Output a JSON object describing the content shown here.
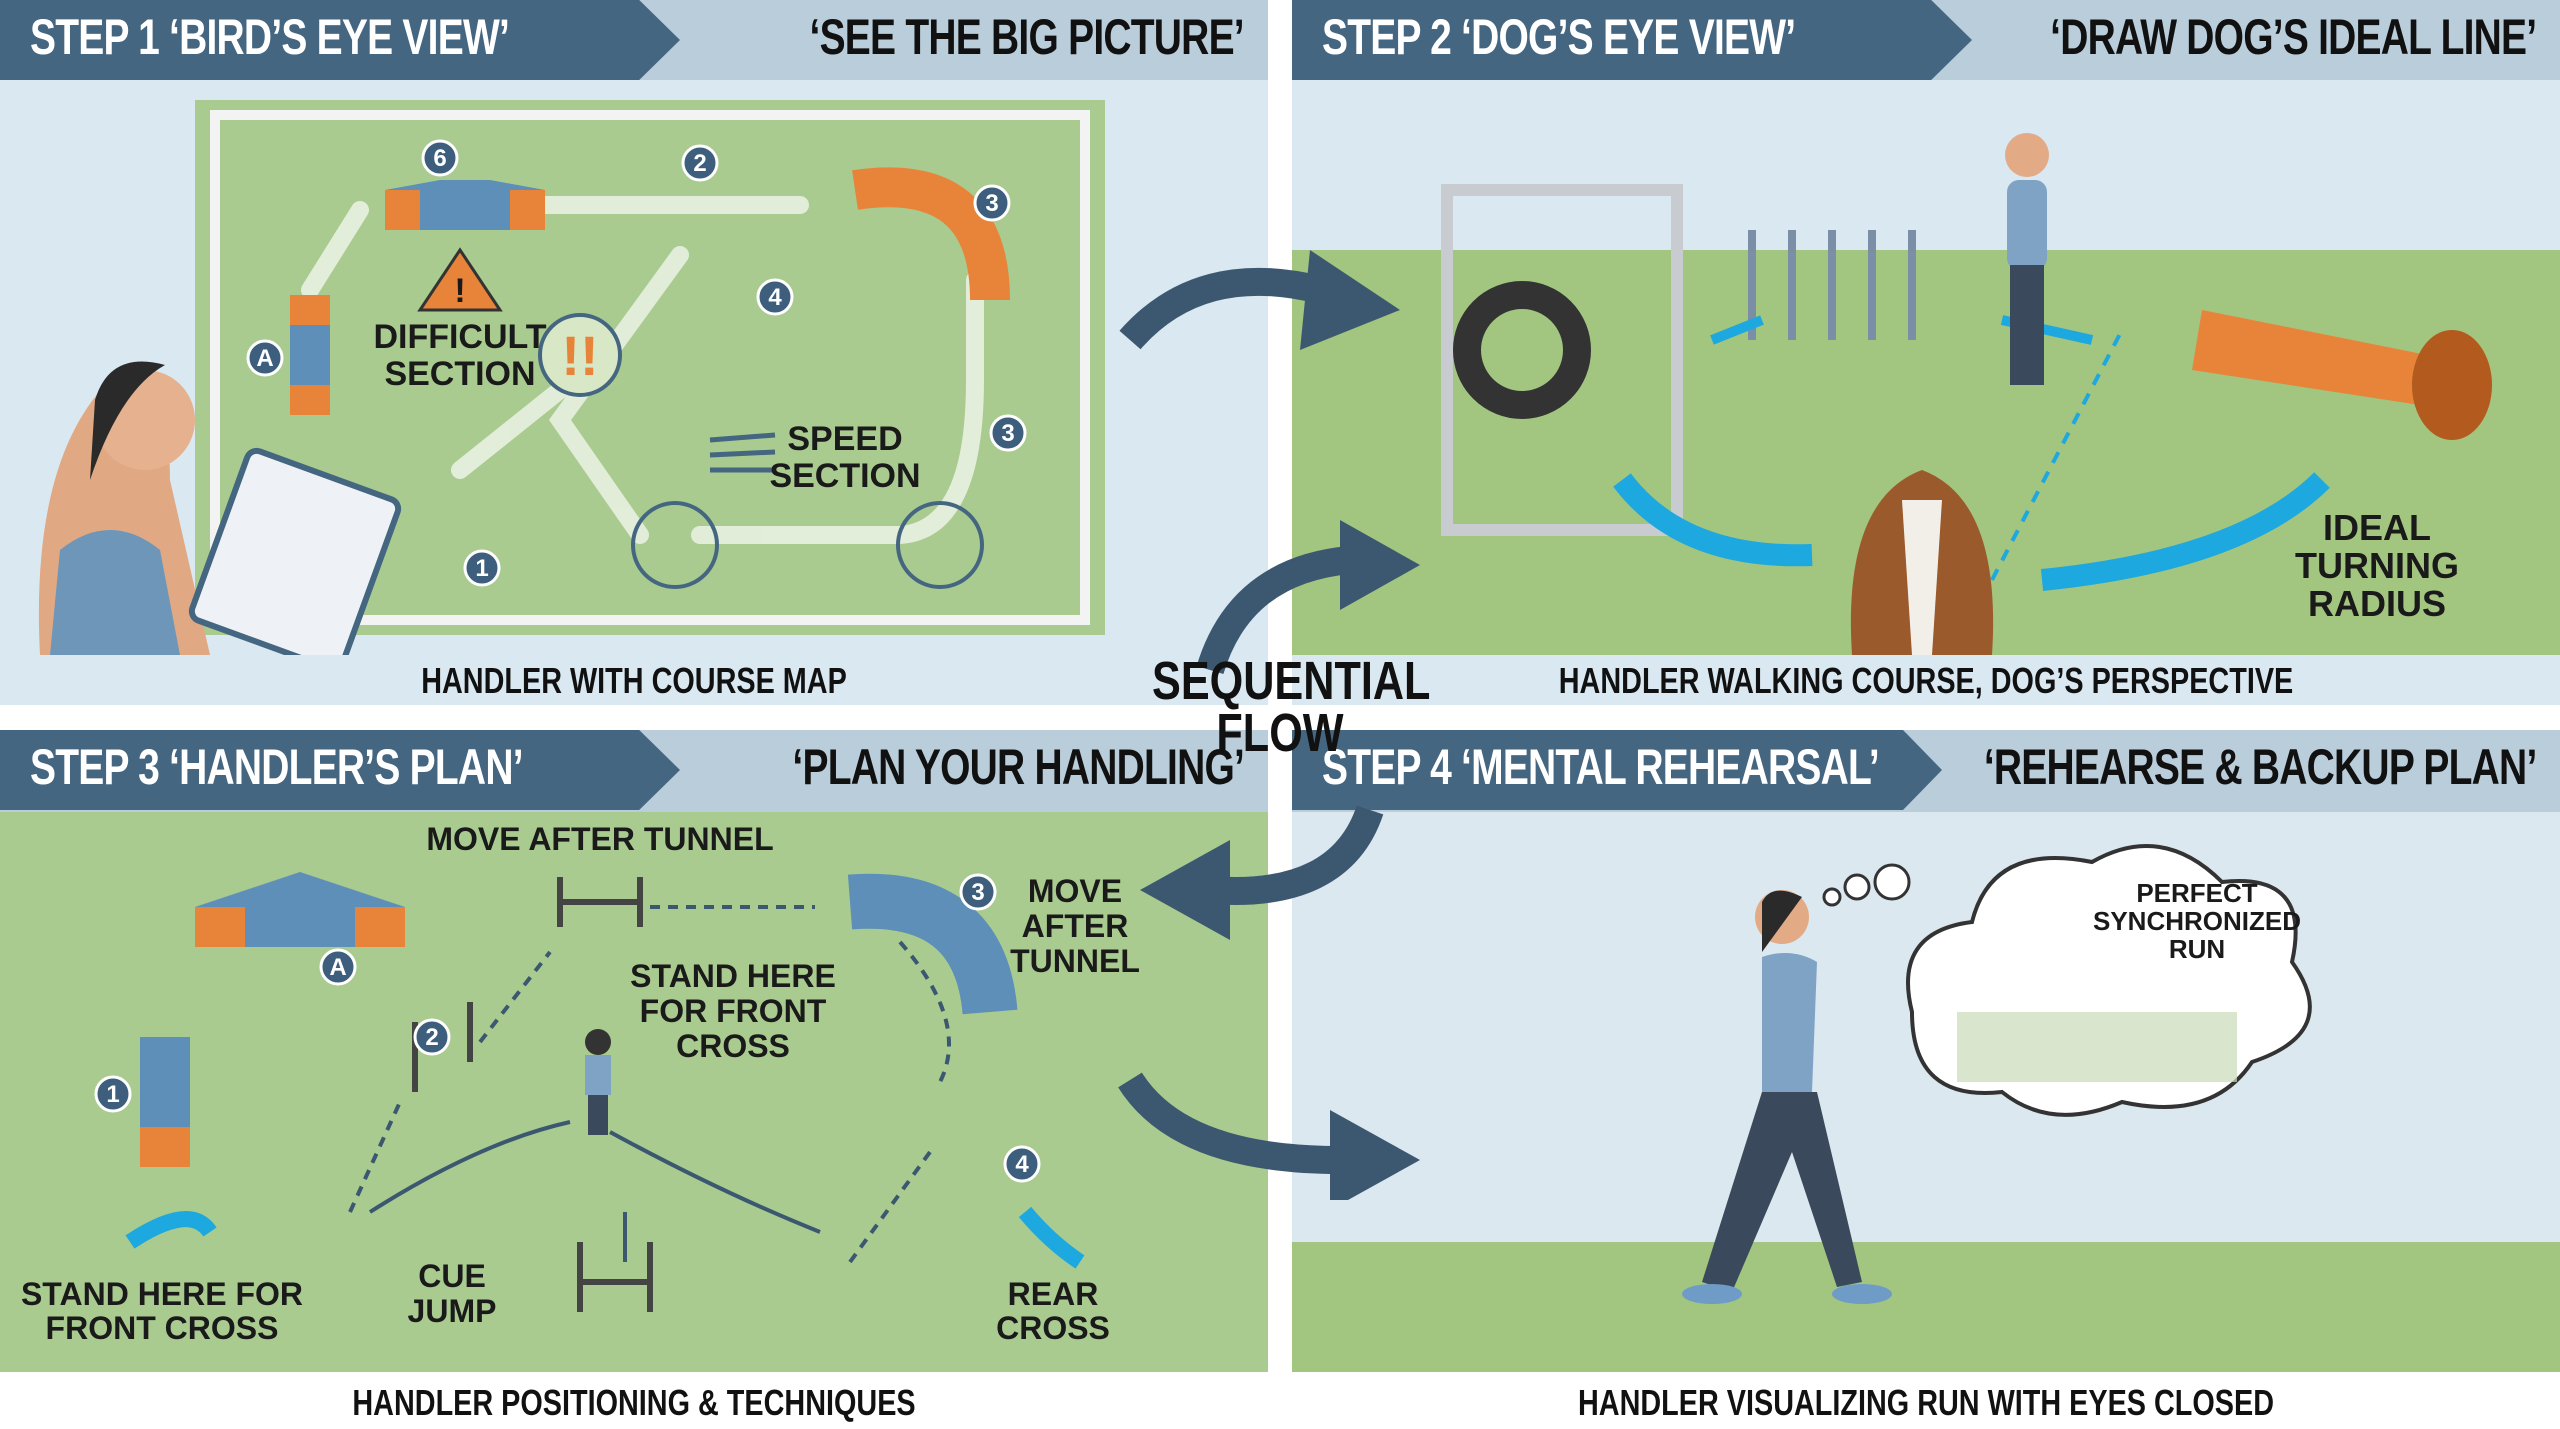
{
  "panels": [
    {
      "title": "STEP 1 ‘BIRD’S EYE VIEW’",
      "subtitle": "‘SEE THE BIG PICTURE’",
      "caption": "HANDLER WITH COURSE MAP",
      "labels": {
        "difficult": [
          "DIFFICULT",
          "SECTION"
        ],
        "speed": [
          "SPEED",
          "SECTION"
        ]
      },
      "markers": [
        "6",
        "2",
        "3",
        "4",
        "A",
        "3",
        "1"
      ]
    },
    {
      "title": "STEP 2 ‘DOG’S EYE VIEW’",
      "subtitle": "‘DRAW DOG’S IDEAL LINE’",
      "caption": "HANDLER WALKING COURSE, DOG’S PERSPECTIVE",
      "labels": {
        "radius": [
          "IDEAL",
          "TURNING",
          "RADIUS"
        ]
      }
    },
    {
      "title": "STEP 3 ‘HANDLER’S PLAN’",
      "subtitle": "‘PLAN YOUR HANDLING’",
      "caption": "HANDLER POSITIONING & TECHNIQUES",
      "labels": {
        "move_top": "MOVE AFTER TUNNEL",
        "move_right": [
          "MOVE",
          "AFTER",
          "TUNNEL"
        ],
        "stand_front": [
          "STAND HERE",
          "FOR FRONT",
          "CROSS"
        ],
        "stand_left": [
          "STAND HERE FOR",
          "FRONT CROSS"
        ],
        "cue": [
          "CUE",
          "JUMP"
        ],
        "rear": [
          "REAR",
          "CROSS"
        ]
      },
      "markers": [
        "A",
        "3",
        "2",
        "1",
        "4"
      ]
    },
    {
      "title": "STEP 4 ‘MENTAL REHEARSAL’",
      "subtitle": "‘REHEARSE & BACKUP PLAN’",
      "caption": "HANDLER VISUALIZING RUN WITH EYES CLOSED",
      "labels": {
        "thought": [
          "PERFECT",
          "SYNCHRONIZED",
          "RUN"
        ]
      }
    }
  ],
  "center": {
    "line1": "SEQUENTIAL",
    "line2": "FLOW"
  },
  "colors": {
    "header_dark": "#456680",
    "header_light": "#b9cddb",
    "field": "#a6c98a",
    "sky": "#d8e8f2",
    "arrow": "#3c5870",
    "blue_line": "#1ea8e0",
    "orange": "#e8843a"
  }
}
